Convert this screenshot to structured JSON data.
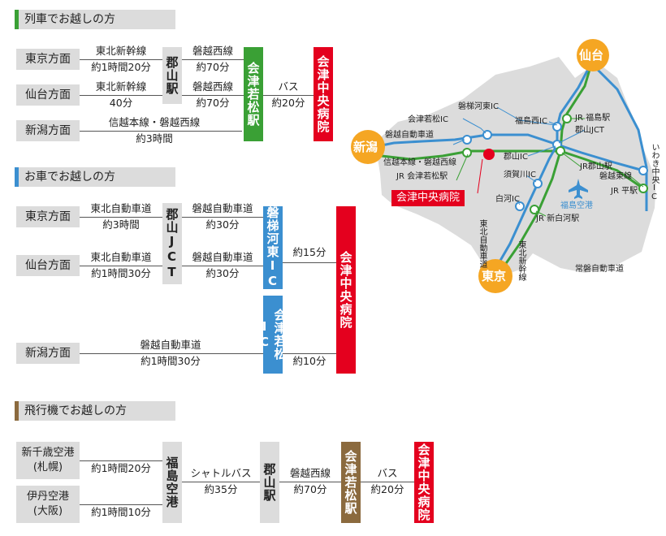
{
  "sections": {
    "train": "列車でお越しの方",
    "car": "お車でお越しの方",
    "plane": "飛行機でお越しの方"
  },
  "train": {
    "origins": [
      "東京方面",
      "仙台方面",
      "新潟方面"
    ],
    "r1_top": "東北新幹線",
    "r1_bot": "約1時間20分",
    "r2_top": "東北新幹線",
    "r2_bot": "40分",
    "r3_top": "信越本線・磐越西線",
    "r3_bot": "約3時間",
    "koriyama": "郡山駅",
    "banetsu1": "磐越西線",
    "banetsu1_time": "約70分",
    "banetsu2": "磐越西線",
    "banetsu2_time": "約70分",
    "aizu": "会津若松駅",
    "bus": "バス",
    "bus_time": "約20分",
    "hospital": "会津中央病院"
  },
  "car": {
    "origins": [
      "東京方面",
      "仙台方面",
      "新潟方面"
    ],
    "r1_top": "東北自動車道",
    "r1_bot": "約3時間",
    "r2_top": "東北自動車道",
    "r2_bot": "約1時間30分",
    "jct": "郡山JCT",
    "b1_top": "磐越自動車道",
    "b1_bot": "約30分",
    "b2_top": "磐越自動車道",
    "b2_bot": "約30分",
    "r3_top": "磐越自動車道",
    "r3_bot": "約1時間30分",
    "bandai": "磐梯河東IC",
    "aizu": "会津若松IC",
    "t1": "約15分",
    "t2": "約10分",
    "hospital": "会津中央病院"
  },
  "plane": {
    "origin1": "新千歳空港",
    "origin1_sub": "(札幌)",
    "origin2": "伊丹空港",
    "origin2_sub": "(大阪)",
    "t1": "約1時間20分",
    "t2": "約1時間10分",
    "airport": "福島空港",
    "shuttle": "シャトルバス",
    "shuttle_time": "約35分",
    "koriyama": "郡山駅",
    "banetsu": "磐越西線",
    "banetsu_time": "約70分",
    "aizu": "会津若松駅",
    "bus": "バス",
    "bus_time": "約20分",
    "hospital": "会津中央病院"
  },
  "map": {
    "sendai": "仙台",
    "niigata": "新潟",
    "tokyo": "東京",
    "hospital": "会津中央病院",
    "bandai_ic": "磐梯河東IC",
    "aizu_ic": "会津若松IC",
    "banetsu_exp": "磐越自動車道",
    "shinetsu": "信越本線・磐越西線",
    "jr_aizu": "JR 会津若松駅",
    "fukushima_nishi": "福島西IC",
    "jr_fukushima": "JR 福島駅",
    "koriyama_jct": "郡山JCT",
    "koriyama_ic": "郡山IC",
    "jr_koriyama": "JR郡山駅",
    "sukagawa": "須賀川IC",
    "banetsu_east": "磐越東線",
    "iwaki": "いわき中央IC",
    "jr_taira": "JR 平駅",
    "airport": "福島空港",
    "shirakawa": "白河IC",
    "jr_shinshirakawa": "JR 新白河駅",
    "tohoku_exp": "東北自動車道",
    "tohoku_shinkansen": "東北新幹線",
    "joban": "常磐自動車道"
  }
}
